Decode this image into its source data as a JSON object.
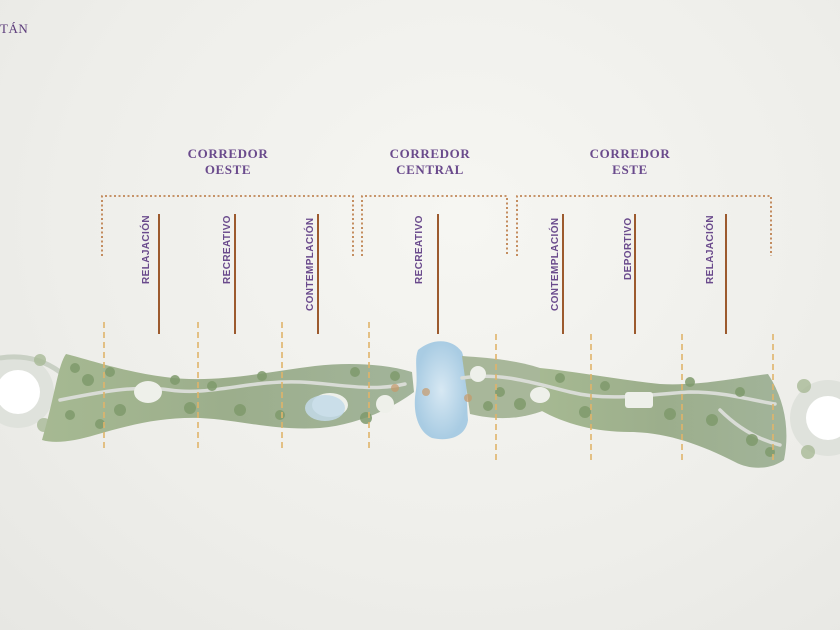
{
  "header": {
    "corner_title": "TÁN"
  },
  "corridors": [
    {
      "line1": "CORREDOR",
      "line2": "OESTE"
    },
    {
      "line1": "CORREDOR",
      "line2": "CENTRAL"
    },
    {
      "line1": "CORREDOR",
      "line2": "ESTE"
    }
  ],
  "zones": [
    {
      "label": "RELAJACIÓN"
    },
    {
      "label": "RECREATIVO"
    },
    {
      "label": "CONTEMPLACIÓN"
    },
    {
      "label": "RECREATIVO"
    },
    {
      "label": "CONTEMPLACIÓN"
    },
    {
      "label": "DEPORTIVO"
    },
    {
      "label": "RELAJACIÓN"
    }
  ],
  "colors": {
    "label": "#6a4a8c",
    "bracket": "#b8743d",
    "marker": "#9c5a2e",
    "divider": "#e0b46a",
    "park_green": "#8fa878",
    "water": "#bcd8ea"
  }
}
